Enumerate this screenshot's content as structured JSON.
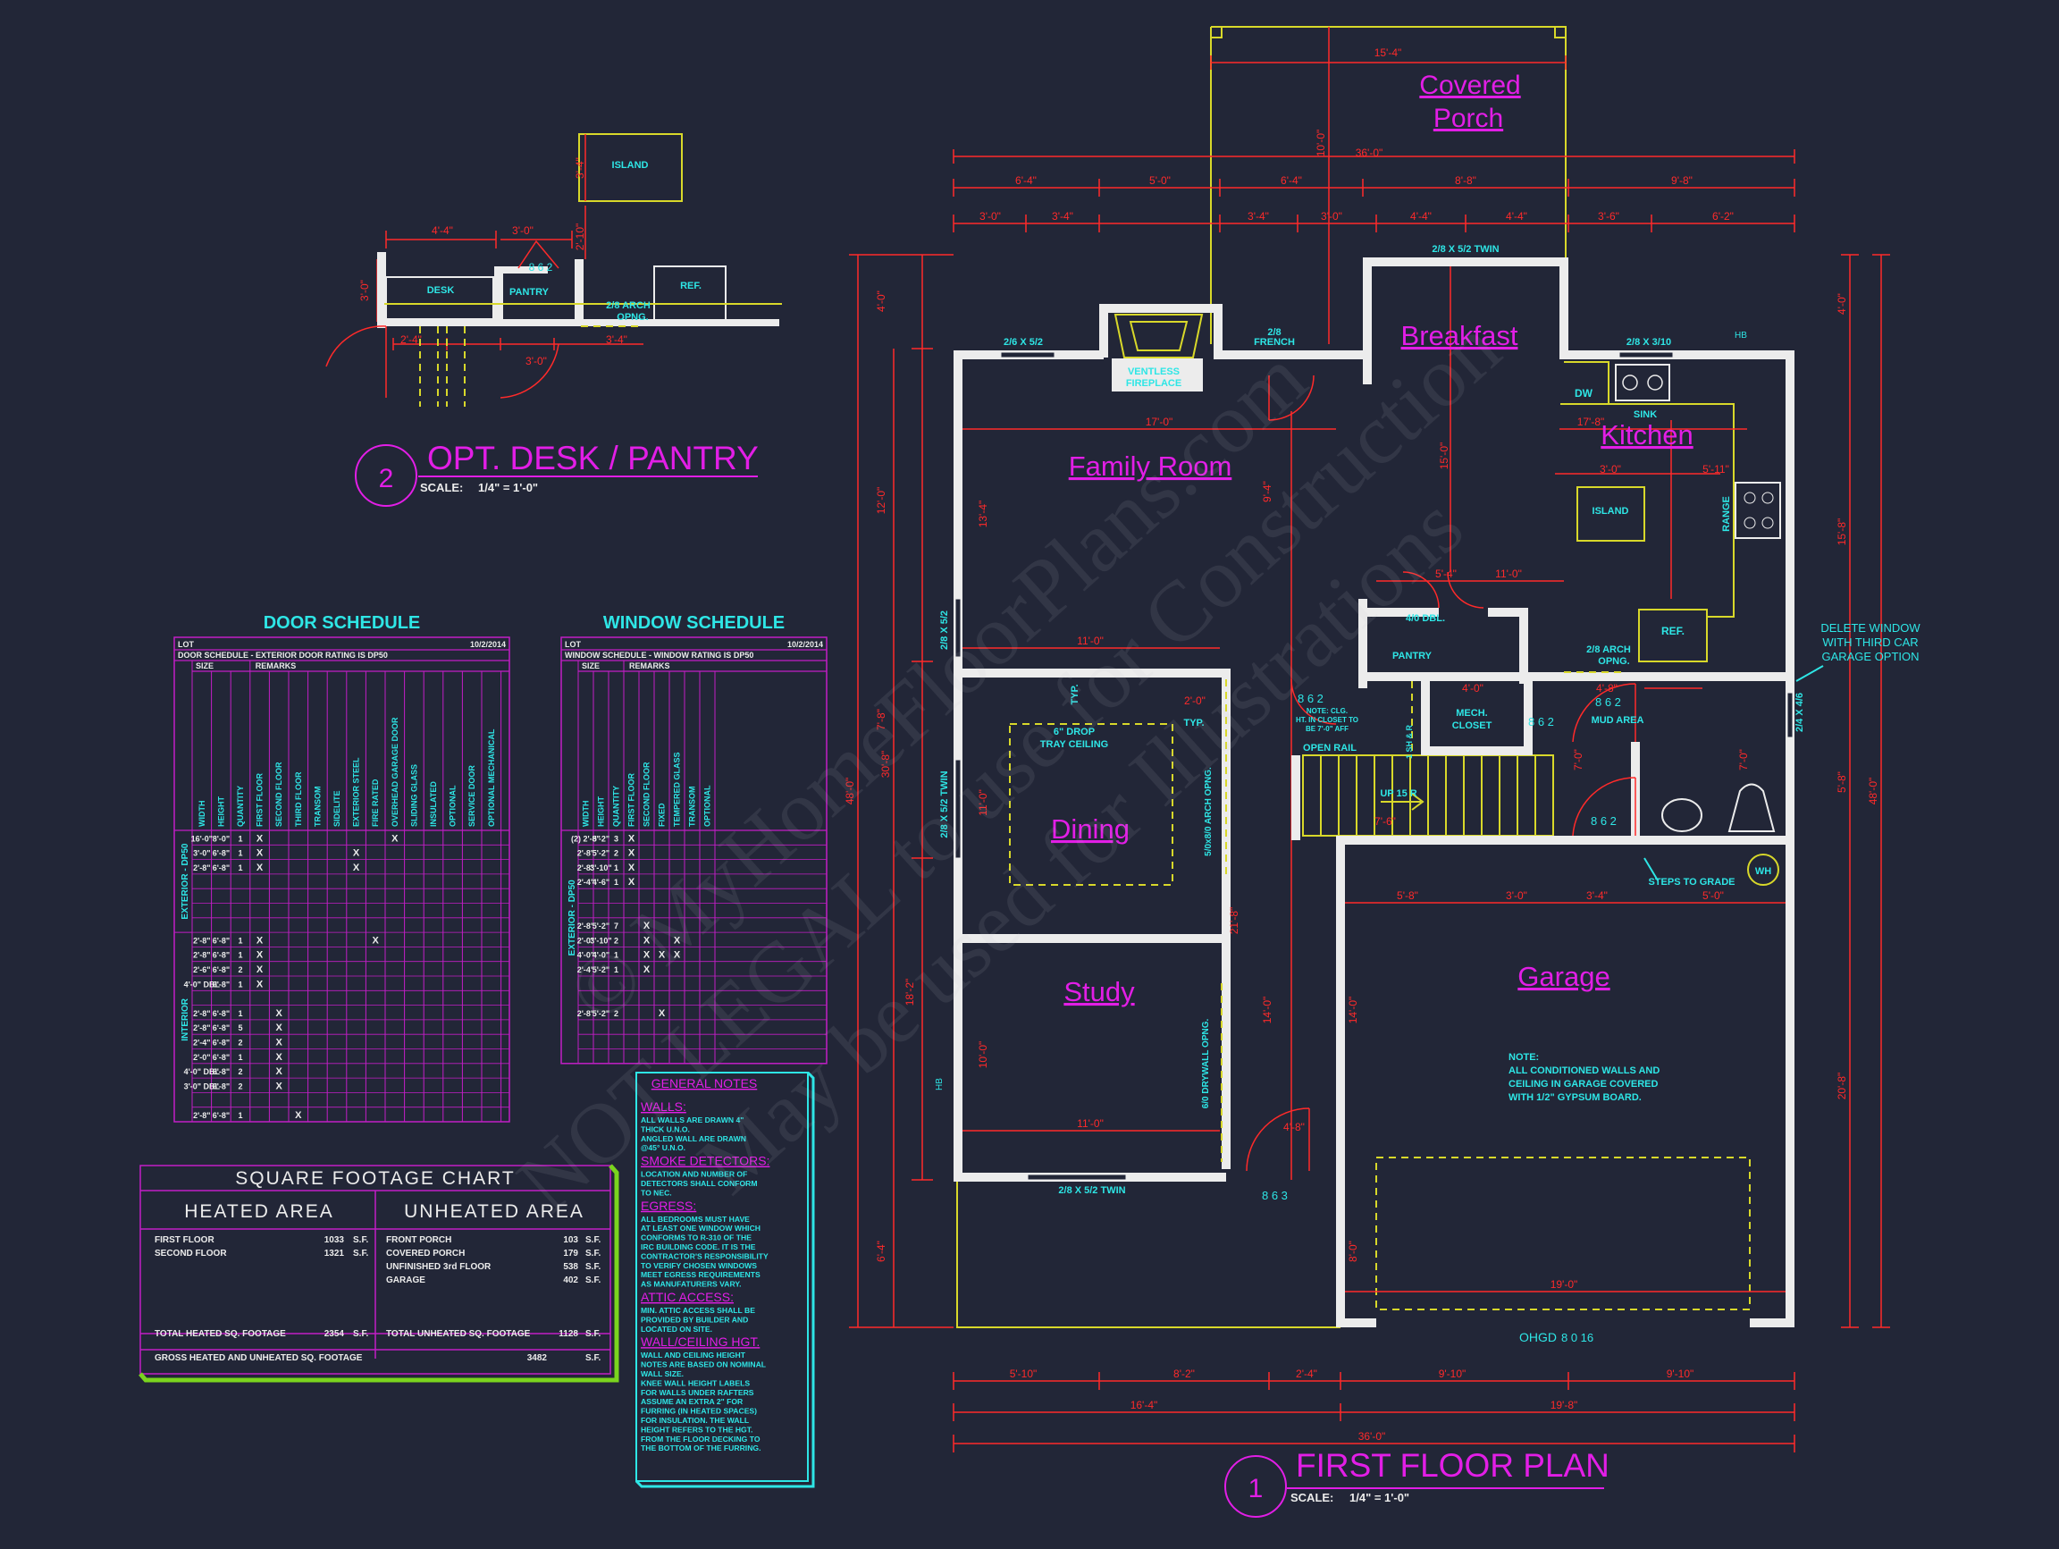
{
  "rooms": {
    "covered_porch_1": "Covered",
    "covered_porch_2": "Porch",
    "breakfast": "Breakfast",
    "family_room": "Family Room",
    "kitchen": "Kitchen",
    "dining": "Dining",
    "study": "Study",
    "garage": "Garage"
  },
  "labels": {
    "window_26_52": "2/6 X 5/2",
    "window_26_52_twin_top": "2/8 X 5/2 TWIN",
    "window_26_310": "2/8 X 3/10",
    "ventless_1": "VENTLESS",
    "ventless_2": "FIREPLACE",
    "french_1": "2/8",
    "french_2": "FRENCH",
    "dw": "DW",
    "sink": "SINK",
    "island": "ISLAND",
    "range": "RANGE",
    "ref": "REF.",
    "pantry": "PANTRY",
    "dbl40": "4/0 DBL.",
    "arch_1": "2/8 ARCH",
    "arch_2": "OPNG.",
    "mech_1": "MECH.",
    "mech_2": "CLOSET",
    "mud": "MUD AREA",
    "note_clg_1": "NOTE: CLG.",
    "note_clg_2": "HT. IN CLOSET TO",
    "note_clg_3": "BE 7'-0\" AFF",
    "open_rail": "OPEN RAIL",
    "up": "UP 15 R",
    "tray_1": "6\" DROP",
    "tray_2": "TRAY CEILING",
    "typ": "TYP.",
    "arch_side": "5/0x8/0 ARCH OPNG.",
    "drywall": "6/0 DRYWALL OPNG.",
    "twin_side": "2/8 X 5/2 TWIN",
    "twin_bottom": "2/8 X 5/2 TWIN",
    "side_window": "2/8 X 5/2",
    "wh": "WH",
    "steps": "STEPS TO GRADE",
    "delete_1": "DELETE WINDOW",
    "delete_2": "WITH THIRD CAR",
    "delete_3": "GARAGE OPTION",
    "win_24_46": "2/4 X 4/6",
    "garage_note_1": "NOTE:",
    "garage_note_2": "ALL CONDITIONED WALLS AND",
    "garage_note_3": "CEILING IN GARAGE COVERED",
    "garage_note_4": "WITH 1/2\" GYPSUM BOARD.",
    "ohgd": "OHGD",
    "ohgd_size": "8 0 16",
    "door_862": "8 6 2",
    "door_863": "8 6 3",
    "hb": "HB",
    "sh_r": "1 SH & R"
  },
  "dims": {
    "top_1": "15'-4\"",
    "top_2": "36'-0\"",
    "top_3": "10'-0\"",
    "r1": [
      "6'-4\"",
      "5'-0\"",
      "6'-4\"",
      "8'-8\"",
      "9'-8\""
    ],
    "r2": [
      "3'-0\"",
      "3'-4\"",
      "3'-4\"",
      "3'-0\"",
      "4'-4\"",
      "4'-4\"",
      "3'-6\"",
      "6'-2\""
    ],
    "left_out": "48'-0\"",
    "left_mid": "30'-8\"",
    "left_segs": [
      "4'-0\"",
      "12'-0\"",
      "7'-8\"",
      "6'-4\""
    ],
    "left_segs2": [
      "13'-4\"",
      "11'-0\"",
      "10'-0\"",
      "18'-2\""
    ],
    "right_out": "48'-0\"",
    "right_segs": [
      "4'-0\"",
      "15'-8\"",
      "5'-8\"",
      "20'-8\""
    ],
    "bot_1": [
      "5'-10\"",
      "8'-2\"",
      "2'-4\"",
      "9'-10\"",
      "9'-10\""
    ],
    "bot_2": [
      "16'-4\"",
      "19'-8\""
    ],
    "bot_3": "36'-0\"",
    "fam_w": "17'-0\"",
    "kit_w": "17'-8\"",
    "din_w": "11'-0\"",
    "std_w": "11'-0\"",
    "gar_w": "19'-0\"",
    "isl_w": "11'-0\"",
    "kit_a": "3'-0\"",
    "kit_b": "5'-11\"",
    "pan_w": "5'-4\"",
    "brk_d": "15'-0\"",
    "fam_d": "9'-4\"",
    "gar_d": "14'-0\"",
    "gar_row": [
      "5'-8\"",
      "3'-0\"",
      "3'-4\"",
      "5'-0\""
    ],
    "misc_a": "2'-0\"",
    "misc_b": "4'-0\"",
    "misc_c": "4'-8\"",
    "misc_d": "7'-0\"",
    "misc_e": "7'-6\"",
    "misc_f": "8'-0\"",
    "misc_g": "14'-0\"",
    "misc_h": "21'-8\""
  },
  "plan1": {
    "number": "1",
    "title": "FIRST FLOOR PLAN",
    "scale_label": "SCALE:",
    "scale": "1/4\" = 1'-0\""
  },
  "plan2": {
    "number": "2",
    "title": "OPT. DESK / PANTRY",
    "scale_label": "SCALE:",
    "scale": "1/4\" = 1'-0\""
  },
  "opt": {
    "island": "ISLAND",
    "desk": "DESK",
    "pantry": "PANTRY",
    "ref": "REF.",
    "arch_1": "2/8 ARCH",
    "arch_2": "OPNG.",
    "d1": "4'-4\"",
    "d2": "3'-0\"",
    "d3": "3'-0\"",
    "d4": "3'-4\"",
    "d5": "2'-4\"",
    "d6": "3'-0\"",
    "d7": "2'-10\"",
    "d8": "3'-4\"",
    "door": "8 6 2"
  },
  "door_schedule": {
    "title": "DOOR SCHEDULE",
    "lot": "LOT",
    "date": "10/2/2014",
    "subtitle": "DOOR SCHEDULE - EXTERIOR DOOR RATING IS DP50",
    "size": "SIZE",
    "remarks": "REMARKS",
    "columns": [
      "WIDTH",
      "HEIGHT",
      "QUANTITY",
      "FIRST FLOOR",
      "SECOND FLOOR",
      "THIRD FLOOR",
      "TRANSOM",
      "SIDELITE",
      "EXTERIOR STEEL",
      "FIRE RATED",
      "OVERHEAD GARAGE DOOR",
      "SLIDING GLASS",
      "INSULATED",
      "OPTIONAL",
      "SERVICE DOOR",
      "OPTIONAL MECHANICAL"
    ],
    "group_ext": "EXTERIOR - DP50",
    "group_int": "INTERIOR",
    "rows": [
      [
        "16'-0\"",
        "8'-0\"",
        "1",
        "X",
        "",
        "",
        "",
        "",
        "",
        "",
        "X",
        "",
        "",
        "",
        "",
        ""
      ],
      [
        "3'-0\"",
        "6'-8\"",
        "1",
        "X",
        "",
        "",
        "",
        "",
        "X",
        "",
        "",
        "",
        "",
        "",
        "",
        ""
      ],
      [
        "2'-8\"",
        "6'-8\"",
        "1",
        "X",
        "",
        "",
        "",
        "",
        "X",
        "",
        "",
        "",
        "",
        "",
        "",
        ""
      ],
      [
        "",
        "",
        "",
        "",
        "",
        "",
        "",
        "",
        "",
        "",
        "",
        "",
        "",
        "",
        "",
        ""
      ],
      [
        "",
        "",
        "",
        "",
        "",
        "",
        "",
        "",
        "",
        "",
        "",
        "",
        "",
        "",
        "",
        ""
      ],
      [
        "",
        "",
        "",
        "",
        "",
        "",
        "",
        "",
        "",
        "",
        "",
        "",
        "",
        "",
        "",
        ""
      ],
      [
        "",
        "",
        "",
        "",
        "",
        "",
        "",
        "",
        "",
        "",
        "",
        "",
        "",
        "",
        "",
        ""
      ],
      [
        "2'-8\"",
        "6'-8\"",
        "1",
        "X",
        "",
        "",
        "",
        "",
        "",
        "X",
        "",
        "",
        "",
        "",
        "",
        ""
      ],
      [
        "2'-8\"",
        "6'-8\"",
        "1",
        "X",
        "",
        "",
        "",
        "",
        "",
        "",
        "",
        "",
        "",
        "",
        "",
        ""
      ],
      [
        "2'-6\"",
        "6'-8\"",
        "2",
        "X",
        "",
        "",
        "",
        "",
        "",
        "",
        "",
        "",
        "",
        "",
        "",
        ""
      ],
      [
        "4'-0\" DBL",
        "6'-8\"",
        "1",
        "X",
        "",
        "",
        "",
        "",
        "",
        "",
        "",
        "",
        "",
        "",
        "",
        ""
      ],
      [
        "",
        "",
        "",
        "",
        "",
        "",
        "",
        "",
        "",
        "",
        "",
        "",
        "",
        "",
        "",
        ""
      ],
      [
        "2'-8\"",
        "6'-8\"",
        "1",
        "",
        "X",
        "",
        "",
        "",
        "",
        "",
        "",
        "",
        "",
        "",
        "",
        ""
      ],
      [
        "2'-8\"",
        "6'-8\"",
        "5",
        "",
        "X",
        "",
        "",
        "",
        "",
        "",
        "",
        "",
        "",
        "",
        "",
        ""
      ],
      [
        "2'-4\"",
        "6'-8\"",
        "2",
        "",
        "X",
        "",
        "",
        "",
        "",
        "",
        "",
        "",
        "",
        "",
        "",
        ""
      ],
      [
        "2'-0\"",
        "6'-8\"",
        "1",
        "",
        "X",
        "",
        "",
        "",
        "",
        "",
        "",
        "",
        "",
        "",
        "",
        ""
      ],
      [
        "4'-0\" DBL",
        "6'-8\"",
        "2",
        "",
        "X",
        "",
        "",
        "",
        "",
        "",
        "",
        "",
        "",
        "",
        "",
        ""
      ],
      [
        "3'-0\" DBL",
        "6'-8\"",
        "2",
        "",
        "X",
        "",
        "",
        "",
        "",
        "",
        "",
        "",
        "",
        "",
        "",
        ""
      ],
      [
        "",
        "",
        "",
        "",
        "",
        "",
        "",
        "",
        "",
        "",
        "",
        "",
        "",
        "",
        "",
        ""
      ],
      [
        "2'-8\"",
        "6'-8\"",
        "1",
        "",
        "",
        "X",
        "",
        "",
        "",
        "",
        "",
        "",
        "",
        "",
        "",
        ""
      ]
    ]
  },
  "window_schedule": {
    "title": "WINDOW SCHEDULE",
    "lot": "LOT",
    "date": "10/2/2014",
    "subtitle": "WINDOW SCHEDULE - WINDOW RATING IS DP50",
    "size": "SIZE",
    "remarks": "REMARKS",
    "columns": [
      "WIDTH",
      "HEIGHT",
      "QUANTITY",
      "FIRST FLOOR",
      "SECOND FLOOR",
      "FIXED",
      "TEMPERED GLASS",
      "TRANSOM",
      "OPTIONAL"
    ],
    "group": "EXTERIOR - DP50",
    "rows": [
      [
        "(2) 2'-8\"",
        "5'-2\"",
        "3",
        "X",
        "",
        "",
        "",
        "",
        ""
      ],
      [
        "2'-8\"",
        "5'-2\"",
        "2",
        "X",
        "",
        "",
        "",
        "",
        ""
      ],
      [
        "2'-8\"",
        "3'-10\"",
        "1",
        "X",
        "",
        "",
        "",
        "",
        ""
      ],
      [
        "2'-4\"",
        "4'-6\"",
        "1",
        "X",
        "",
        "",
        "",
        "",
        ""
      ],
      [
        "",
        "",
        "",
        "",
        "",
        "",
        "",
        "",
        ""
      ],
      [
        "",
        "",
        "",
        "",
        "",
        "",
        "",
        "",
        ""
      ],
      [
        "2'-8\"",
        "5'-2\"",
        "7",
        "",
        "X",
        "",
        "",
        "",
        ""
      ],
      [
        "2'-0\"",
        "3'-10\"",
        "2",
        "",
        "X",
        "",
        "X",
        "",
        ""
      ],
      [
        "4'-0\"",
        "4'-0\"",
        "1",
        "",
        "X",
        "X",
        "X",
        "",
        ""
      ],
      [
        "2'-4\"",
        "5'-2\"",
        "1",
        "",
        "X",
        "",
        "",
        "",
        ""
      ],
      [
        "",
        "",
        "",
        "",
        "",
        "",
        "",
        "",
        ""
      ],
      [
        "",
        "",
        "",
        "",
        "",
        "",
        "",
        "",
        ""
      ],
      [
        "2'-8\"",
        "5'-2\"",
        "2",
        "",
        "",
        "X",
        "",
        "",
        ""
      ],
      [
        "",
        "",
        "",
        "",
        "",
        "",
        "",
        "",
        ""
      ],
      [
        "",
        "",
        "",
        "",
        "",
        "",
        "",
        "",
        ""
      ],
      [
        "",
        "",
        "",
        "",
        "",
        "",
        "",
        "",
        ""
      ]
    ]
  },
  "sqft": {
    "title": "SQUARE FOOTAGE CHART",
    "heated": "HEATED AREA",
    "unheated": "UNHEATED AREA",
    "heated_rows": [
      [
        "FIRST FLOOR",
        "1033",
        "S.F."
      ],
      [
        "SECOND FLOOR",
        "1321",
        "S.F."
      ]
    ],
    "unheated_rows": [
      [
        "FRONT PORCH",
        "103",
        "S.F."
      ],
      [
        "COVERED PORCH",
        "179",
        "S.F."
      ],
      [
        "UNFINISHED 3rd FLOOR",
        "538",
        "S.F."
      ],
      [
        "GARAGE",
        "402",
        "S.F."
      ]
    ],
    "total_heated": [
      "TOTAL HEATED SQ. FOOTAGE",
      "2354",
      "S.F."
    ],
    "total_unheated": [
      "TOTAL UNHEATED SQ. FOOTAGE",
      "1128",
      "S.F."
    ],
    "gross": [
      "GROSS HEATED AND UNHEATED SQ. FOOTAGE",
      "3482",
      "S.F."
    ]
  },
  "notes": {
    "title": "GENERAL NOTES",
    "sections": [
      {
        "heading": "WALLS:",
        "lines": [
          "ALL WALLS ARE DRAWN 4\"",
          "THICK U.N.O.",
          "ANGLED WALL ARE DRAWN",
          "@45° U.N.O."
        ]
      },
      {
        "heading": "SMOKE DETECTORS:",
        "lines": [
          "LOCATION AND NUMBER OF",
          "DETECTORS SHALL CONFORM",
          "TO NEC."
        ]
      },
      {
        "heading": "EGRESS:",
        "lines": [
          "ALL BEDROOMS MUST HAVE",
          "AT LEAST ONE WINDOW WHICH",
          "CONFORMS TO R-310 OF THE",
          "IRC BUILDING CODE. IT IS THE",
          "CONTRACTOR'S RESPONSIBILITY",
          "TO VERIFY CHOSEN WINDOWS",
          "MEET EGRESS REQUIREMENTS",
          "AS MANUFATURERS VARY."
        ]
      },
      {
        "heading": "ATTIC ACCESS:",
        "lines": [
          "MIN. ATTIC ACCESS SHALL BE",
          "PROVIDED BY BUILDER AND",
          "LOCATED ON SITE."
        ]
      },
      {
        "heading": "WALL/CEILING HGT.",
        "lines": [
          "WALL AND CEILING HEIGHT",
          "NOTES ARE BASED ON NOMINAL",
          "WALL SIZE.",
          "KNEE WALL HEIGHT LABELS",
          "FOR WALLS UNDER RAFTERS",
          "ASSUME AN EXTRA 2\" FOR",
          "FURRING (IN HEATED SPACES)",
          "FOR INSULATION. THE WALL",
          "HEIGHT REFERS TO THE HGT.",
          "FROM THE FLOOR DECKING TO",
          "THE BOTTOM OF THE FURRING."
        ]
      }
    ]
  },
  "watermark": {
    "line1": "© MyHomeFloorPlans.com",
    "line2": "NOT LEGAL to use for Construction",
    "line3": "May be used for Illustrations"
  },
  "colors": {
    "background": "#222637",
    "magenta": "#e21ee6",
    "cyan": "#2ee6e6",
    "dimension_red": "#ff2a2a",
    "yellow": "#d8d82a",
    "wall": "#ececec"
  }
}
